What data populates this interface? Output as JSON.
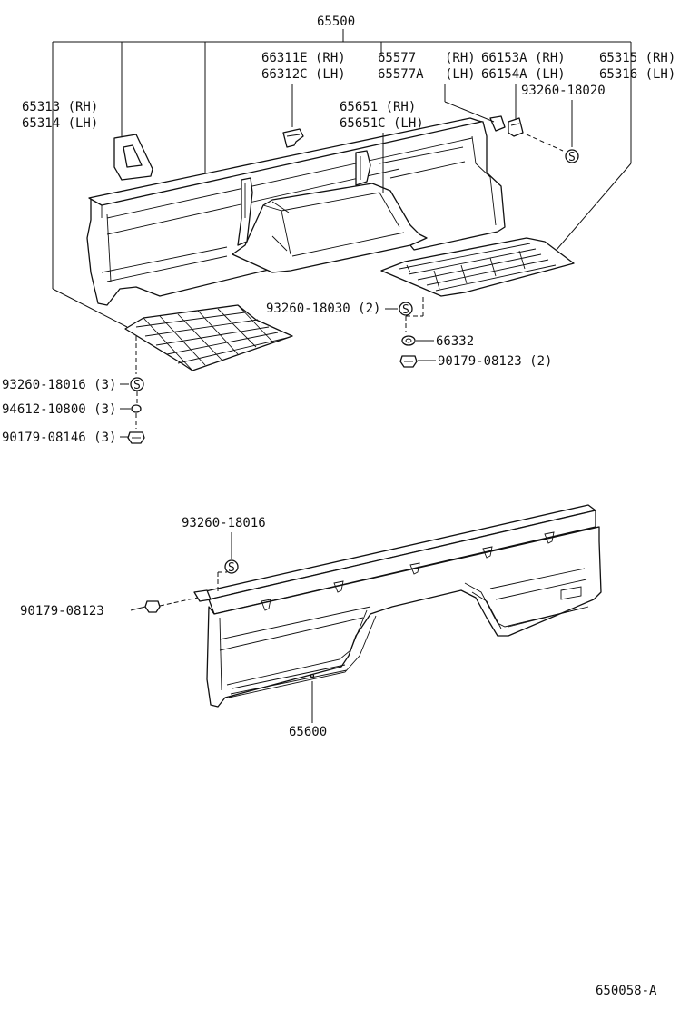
{
  "labels": {
    "p65500": "65500",
    "p66311e": "66311E (RH)",
    "p66312c": "66312C (LH)",
    "p65577": "65577",
    "p65577a": "65577A",
    "p65577_rh": "(RH)",
    "p65577a_lh": "(LH)",
    "p66153a": "66153A (RH)",
    "p66154a": "66154A (LH)",
    "p65315": "65315 (RH)",
    "p65316": "65316 (LH)",
    "p65313": "65313 (RH)",
    "p65314": "65314 (LH)",
    "p65651": "65651   (RH)",
    "p65651c": "65651C (LH)",
    "p93260_18020": "93260-18020",
    "p93260_18030": "93260-18030 (2)",
    "p66332": "66332",
    "p90179_08123_2": "90179-08123 (2)",
    "p93260_18016_3": "93260-18016 (3)",
    "p94612_10800_3": "94612-10800 (3)",
    "p90179_08146_3": "90179-08146 (3)",
    "p93260_18016": "93260-18016",
    "p90179_08123": "90179-08123",
    "p65600": "65600",
    "diagram_id": "650058-A"
  },
  "symbols": {
    "clip_mark": "S"
  }
}
